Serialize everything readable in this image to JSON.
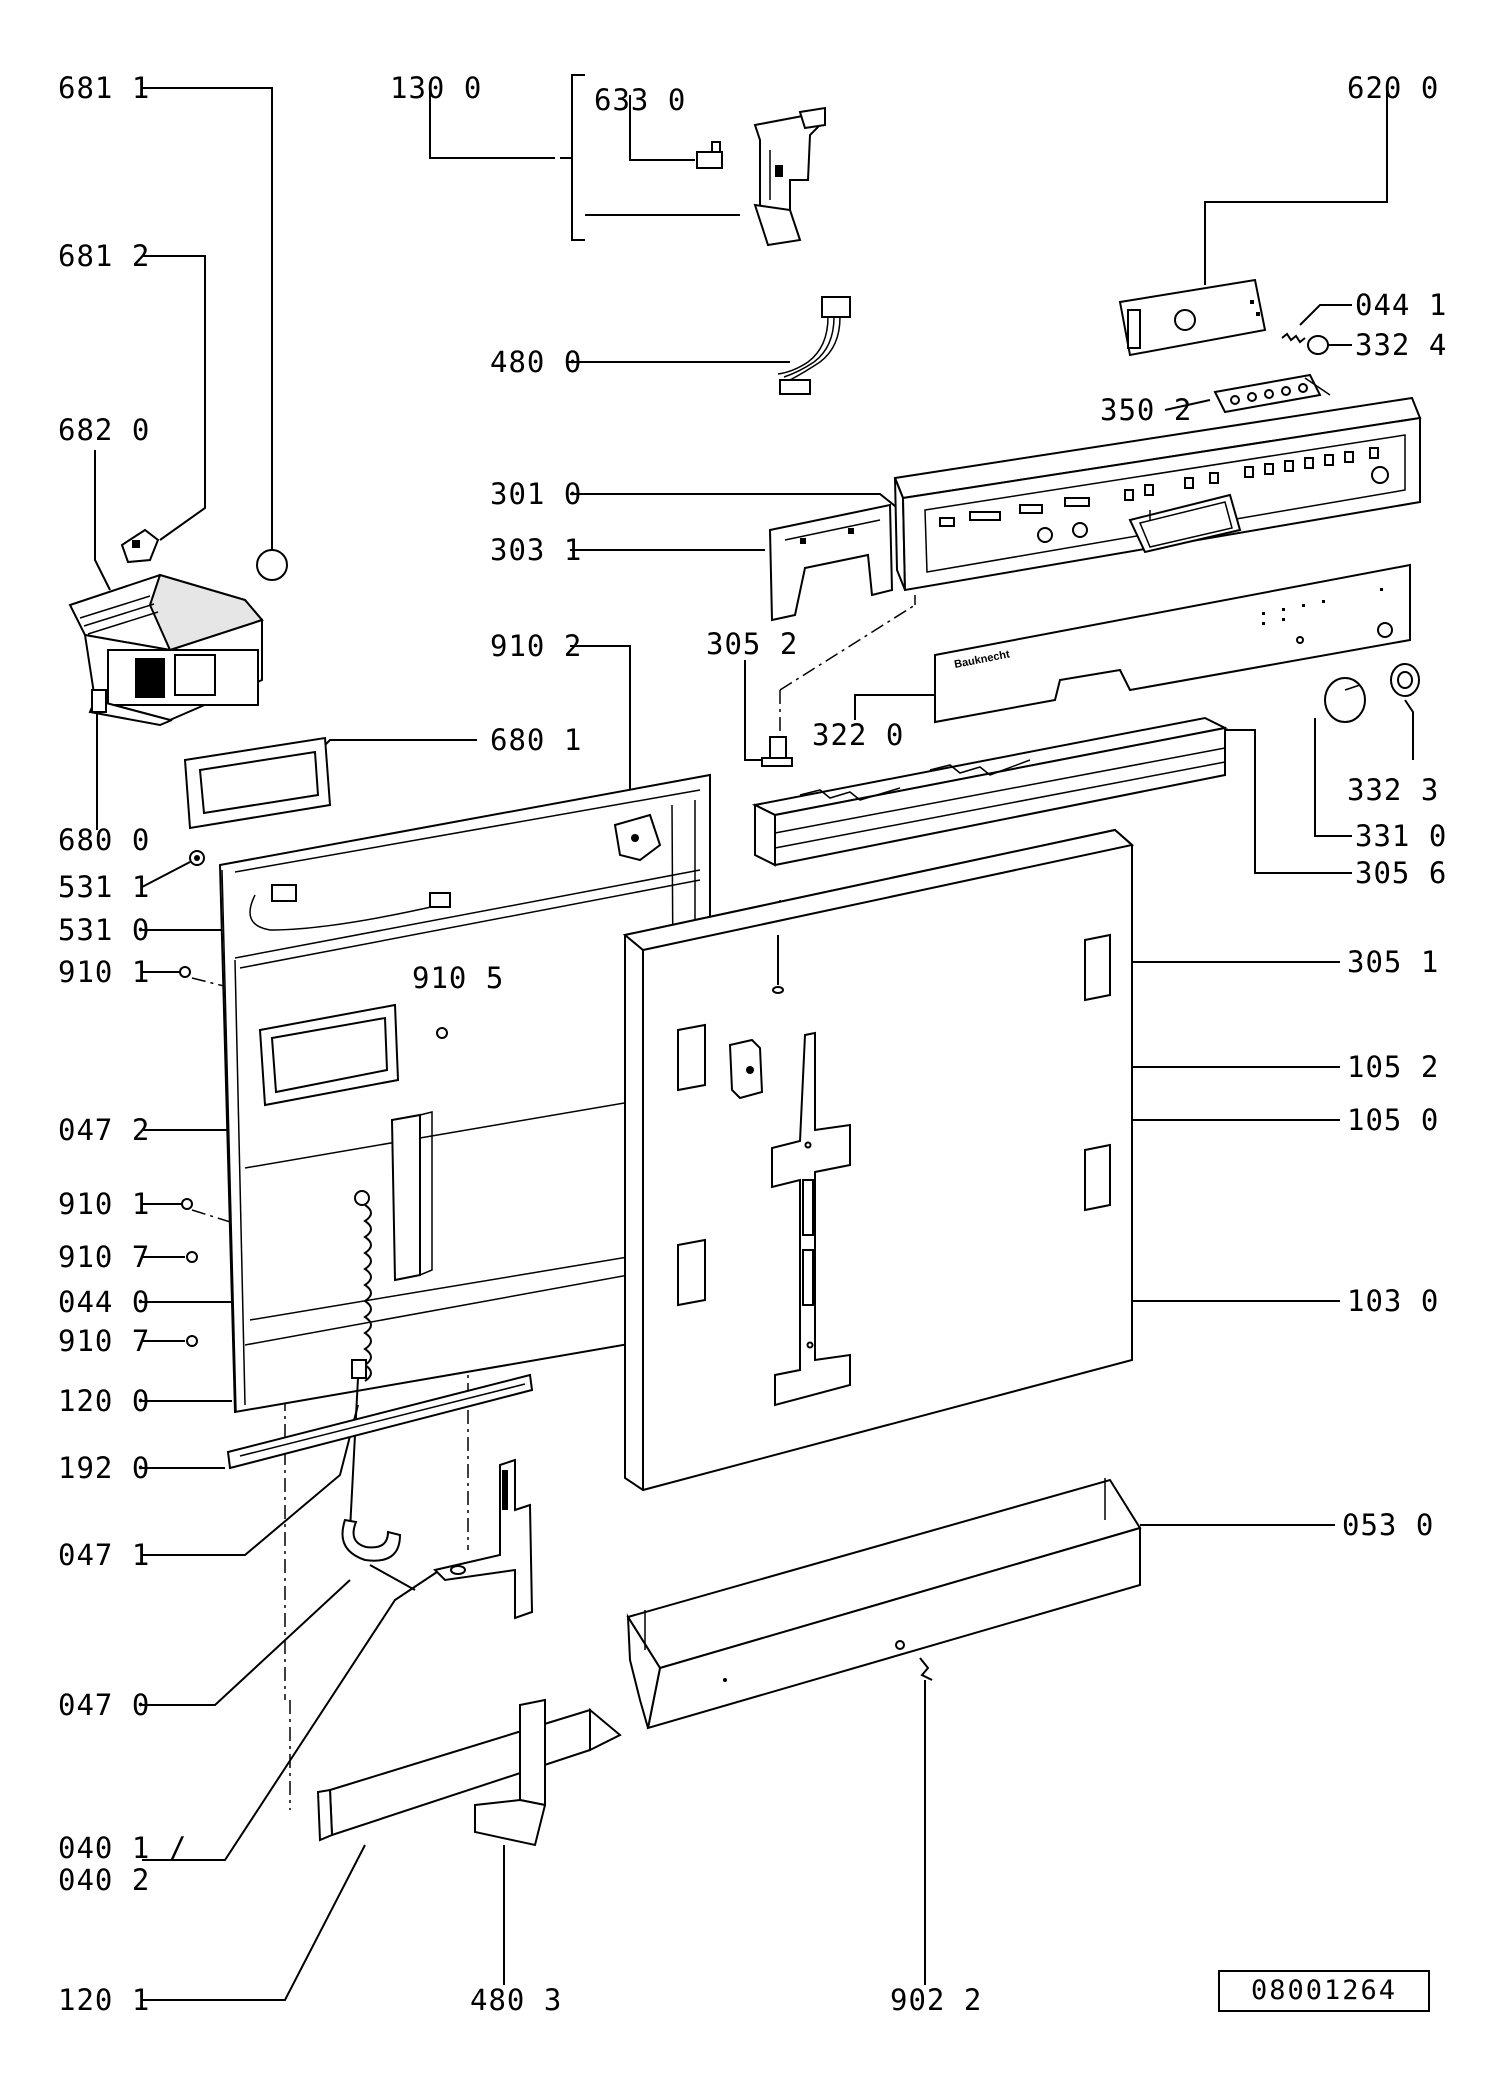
{
  "labels": {
    "l681_1": "681 1",
    "l130_0": "130 0",
    "l633_0": "633 0",
    "l620_0": "620 0",
    "l681_2": "681 2",
    "l044_1": "044 1",
    "l332_4": "332 4",
    "l480_0": "480 0",
    "l682_0": "682 0",
    "l350_2": "350 2",
    "l301_0": "301 0",
    "l303_1": "303 1",
    "l910_2": "910 2",
    "l305_2": "305 2",
    "l322_0": "322 0",
    "l680_1": "680 1",
    "l332_3": "332 3",
    "l680_0": "680 0",
    "l331_0": "331 0",
    "l531_1": "531 1",
    "l305_6": "305 6",
    "l531_0": "531 0",
    "l910_1a": "910 1",
    "l910_5": "910 5",
    "l305_1": "305 1",
    "l105_2": "105 2",
    "l105_0": "105 0",
    "l047_2": "047 2",
    "l910_1b": "910 1",
    "l910_7a": "910 7",
    "l044_0": "044 0",
    "l103_0": "103 0",
    "l910_7b": "910 7",
    "l120_0": "120 0",
    "l192_0": "192 0",
    "l047_1": "047 1",
    "l053_0": "053 0",
    "l047_0": "047 0",
    "l040_1": "040 1 /",
    "l040_2": "040 2",
    "l120_1": "120 1",
    "l480_3": "480 3",
    "l902_2": "902 2"
  },
  "panel": {
    "brand": "Bauknecht"
  },
  "reference_code": "08001264"
}
